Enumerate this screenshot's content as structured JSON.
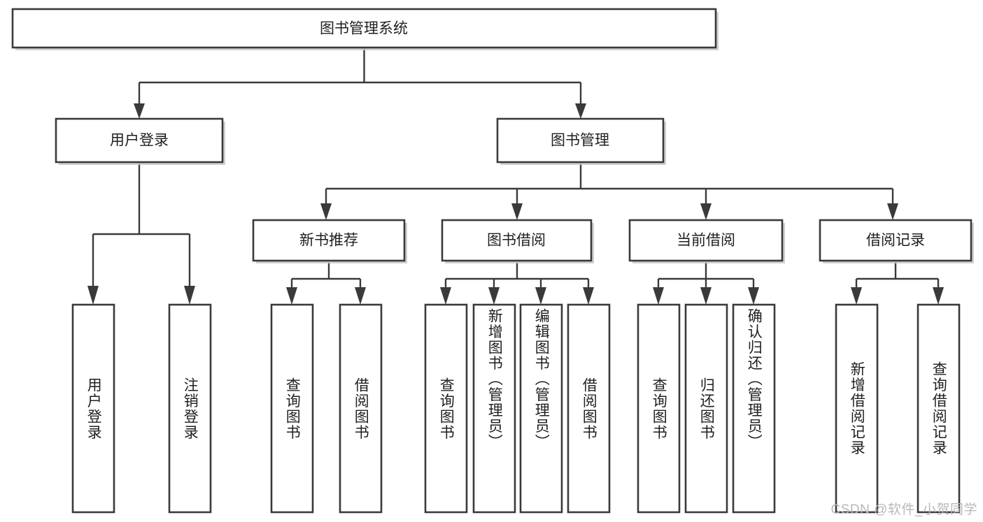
{
  "diagram": {
    "type": "tree-hierarchy",
    "title": "图书管理系统",
    "orientation": "top-down",
    "colors": {
      "box_fill": "#ffffff",
      "box_stroke": "#3a3a3a",
      "connector": "#3a3a3a",
      "text": "#1f1f1f",
      "watermark": "#b9b9b9",
      "background": "#ffffff"
    },
    "levels": {
      "level0": [
        {
          "id": "root",
          "label": "图书管理系统"
        }
      ],
      "level1": [
        {
          "id": "user-login",
          "label": "用户登录"
        },
        {
          "id": "book-manage",
          "label": "图书管理"
        }
      ],
      "level2": [
        {
          "id": "new-book-rec",
          "label": "新书推荐"
        },
        {
          "id": "book-borrow",
          "label": "图书借阅"
        },
        {
          "id": "current-borrow",
          "label": "当前借阅"
        },
        {
          "id": "borrow-record",
          "label": "借阅记录"
        }
      ],
      "level3": [
        {
          "id": "leaf-user-login",
          "label": "用户登录",
          "parent": "user-login"
        },
        {
          "id": "leaf-logout-login",
          "label": "注销登录",
          "parent": "user-login"
        },
        {
          "id": "leaf-query-book-1",
          "label": "查询图书",
          "parent": "new-book-rec"
        },
        {
          "id": "leaf-borrow-book-1",
          "label": "借阅图书",
          "parent": "new-book-rec"
        },
        {
          "id": "leaf-query-book-2",
          "label": "查询图书",
          "parent": "book-borrow"
        },
        {
          "id": "leaf-add-book",
          "label": "新增图书（管理员）",
          "parent": "book-borrow"
        },
        {
          "id": "leaf-edit-book",
          "label": "编辑图书（管理员）",
          "parent": "book-borrow"
        },
        {
          "id": "leaf-borrow-book-2",
          "label": "借阅图书",
          "parent": "book-borrow"
        },
        {
          "id": "leaf-query-book-3",
          "label": "查询图书",
          "parent": "current-borrow"
        },
        {
          "id": "leaf-return-book",
          "label": "归还图书",
          "parent": "current-borrow"
        },
        {
          "id": "leaf-confirm-return",
          "label": "确认归还（管理员）",
          "parent": "current-borrow"
        },
        {
          "id": "leaf-add-record",
          "label": "新增借阅记录",
          "parent": "borrow-record"
        },
        {
          "id": "leaf-query-record",
          "label": "查询借阅记录",
          "parent": "borrow-record"
        }
      ]
    }
  },
  "watermark": {
    "text": "CSDN @软件_小贺同学"
  }
}
